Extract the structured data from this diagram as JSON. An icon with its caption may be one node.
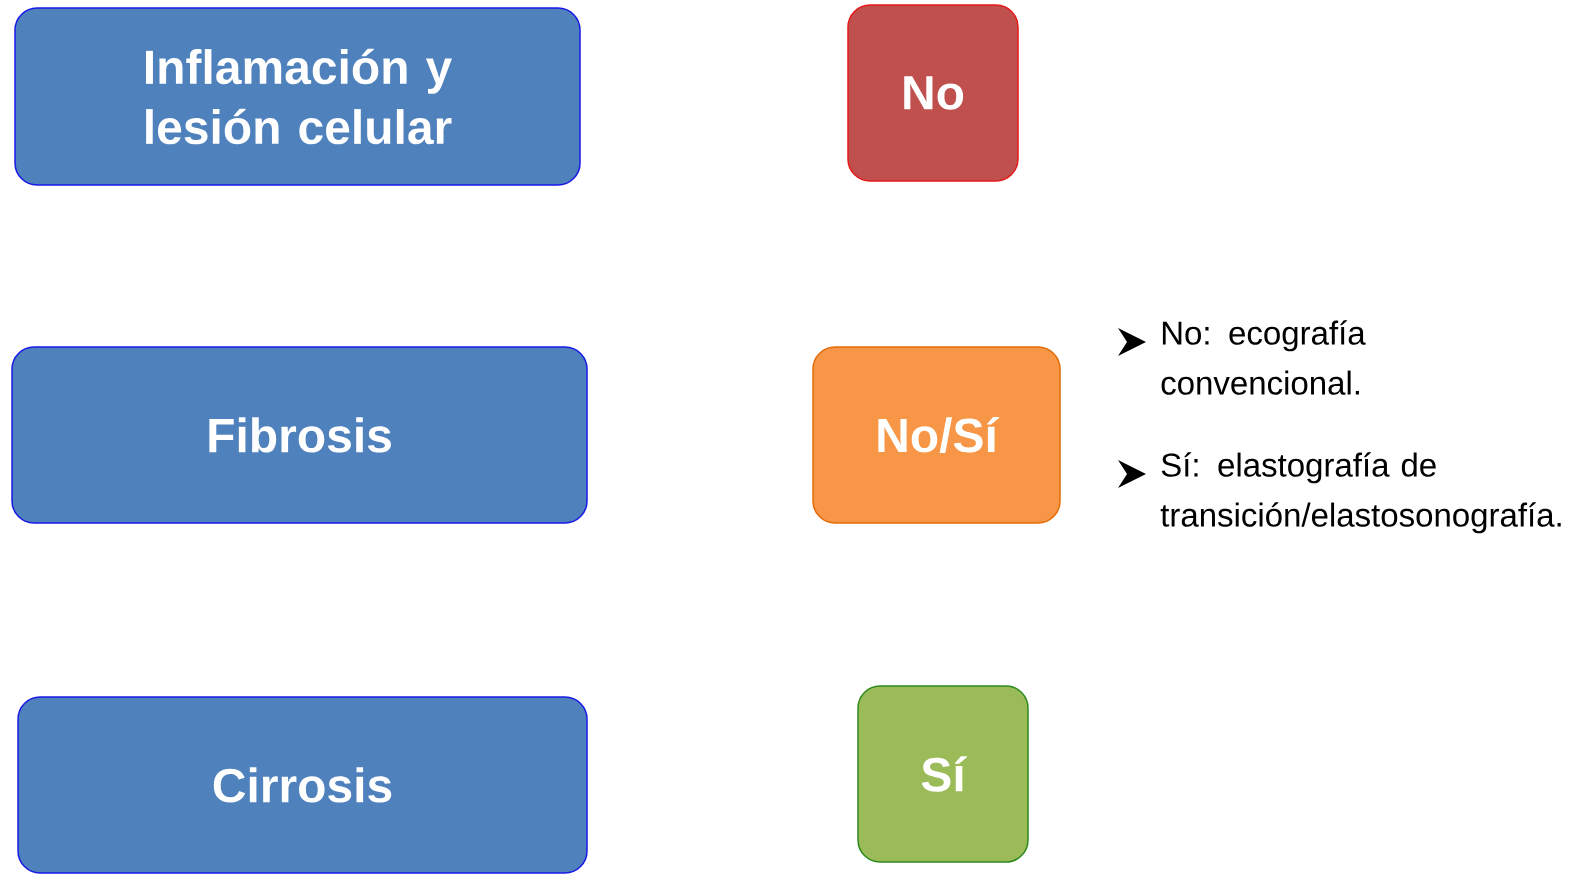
{
  "diagram": {
    "nodes": [
      {
        "text": [
          "Inflamación y lesión celular"
        ]
      },
      {
        "text": [
          "No"
        ]
      },
      {
        "text": [
          "Fibrosis"
        ]
      },
      {
        "text": [
          "No/Sí"
        ]
      },
      {
        "text": [
          "Cirrosis"
        ]
      },
      {
        "text": [
          "Sí"
        ]
      }
    ],
    "labels": [
      "No: ecografía convencional.",
      "Sí: elastografía de transición/elastosonografía."
    ]
  }
}
